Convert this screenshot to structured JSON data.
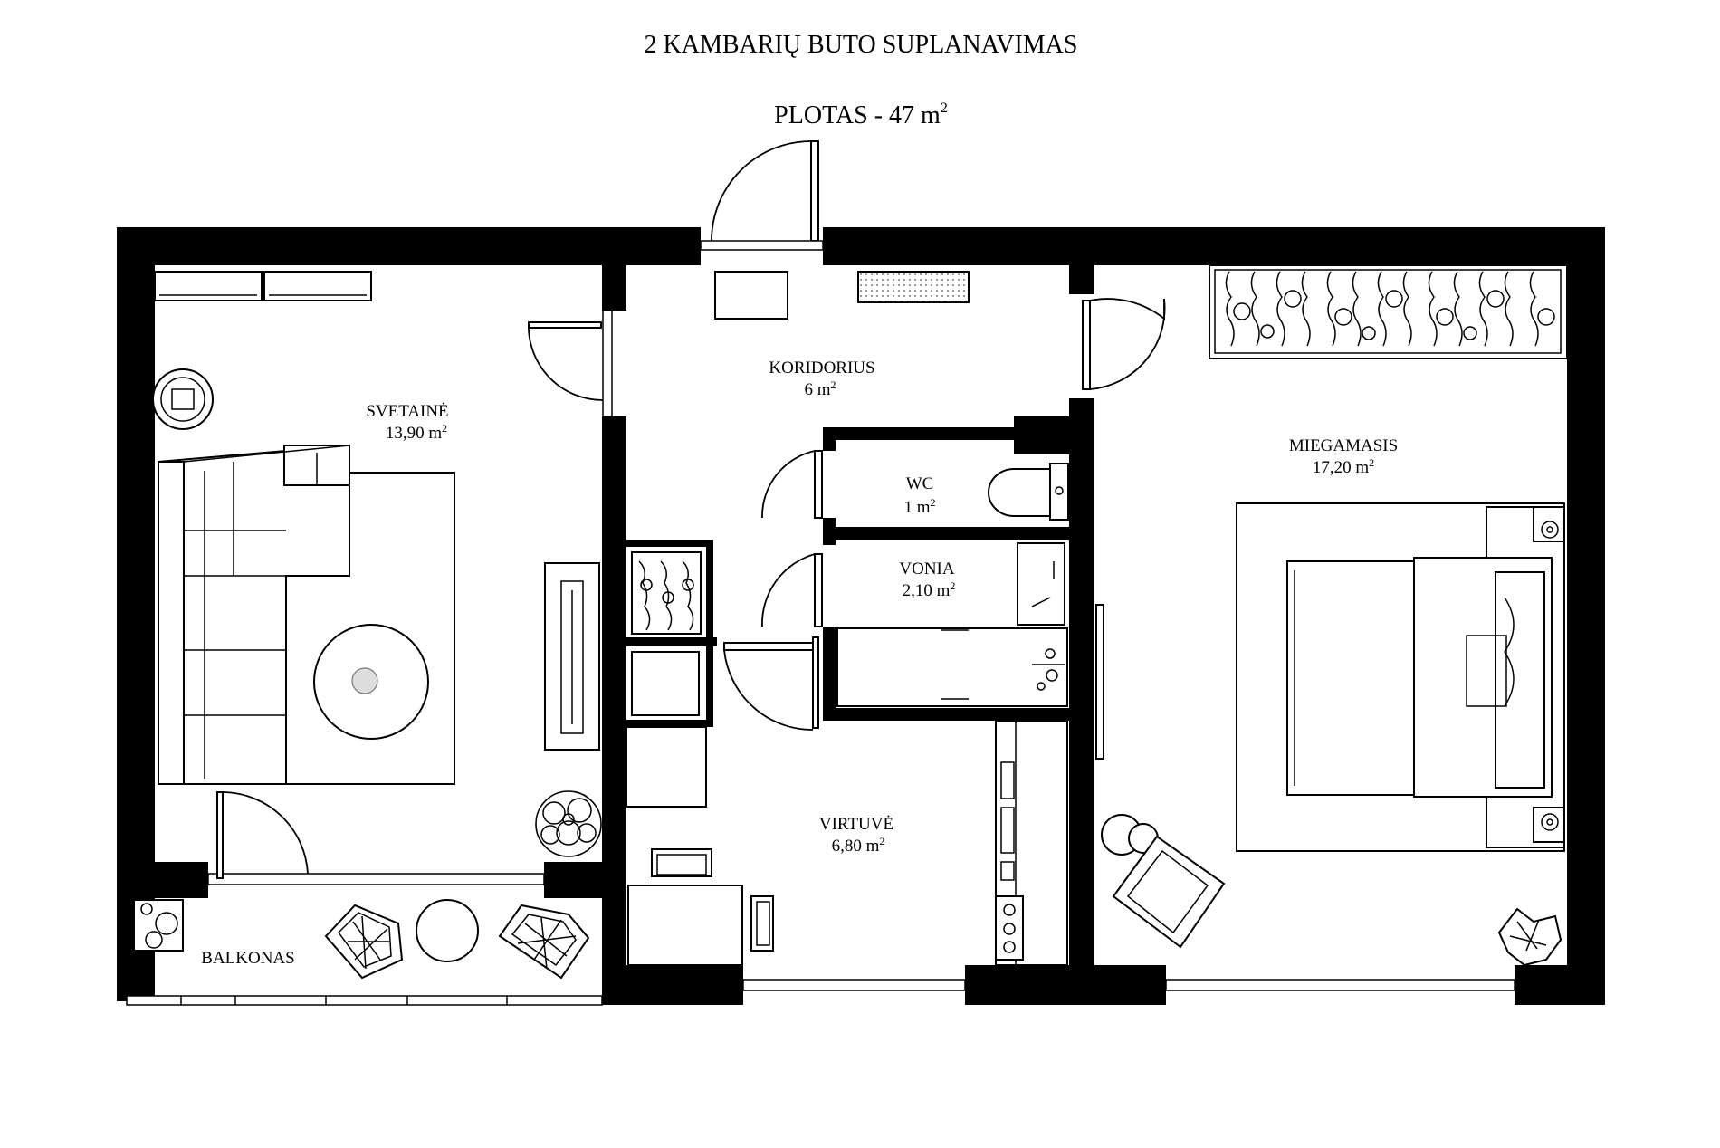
{
  "title": "2 KAMBARIŲ BUTO SUPLANAVIMAS",
  "area": {
    "label": "PLOTAS - 47 m",
    "sup": "2"
  },
  "rooms": {
    "svetaine": {
      "name": "SVETAINĖ",
      "area": "13,90 m",
      "sup": "2"
    },
    "koridorius": {
      "name": "KORIDORIUS",
      "area": "6 m",
      "sup": "2"
    },
    "wc": {
      "name": "WC",
      "area": "1 m",
      "sup": "2"
    },
    "vonia": {
      "name": "VONIA",
      "area": "2,10 m",
      "sup": "2"
    },
    "virtuve": {
      "name": "VIRTUVĖ",
      "area": "6,80 m",
      "sup": "2"
    },
    "miegamasis": {
      "name": "MIEGAMASIS",
      "area": "17,20 m",
      "sup": "2"
    },
    "balkonas": {
      "name": "BALKONAS"
    }
  }
}
